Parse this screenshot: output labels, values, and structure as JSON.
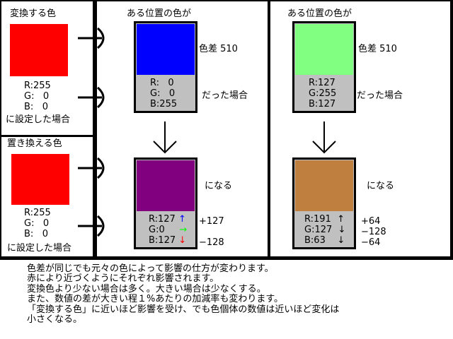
{
  "source": {
    "title": "変換する色",
    "color": "#ff0000",
    "r": "R:255",
    "g": "G:   0",
    "b": "B:   0",
    "caption": "に設定した場合"
  },
  "replace": {
    "title": "置き換える色",
    "color": "#ff0000",
    "r": "R:255",
    "g": "G:   0",
    "b": "B:   0",
    "caption": "に設定した場合"
  },
  "middle": {
    "heading": "ある位置の色が",
    "diff": "色差 510",
    "before_color": "#0000ff",
    "before": {
      "r": "R:   0",
      "g": "G:   0",
      "b": "B:255"
    },
    "was": "だった場合",
    "becomes": "になる",
    "after_color": "#800080",
    "after": {
      "r": "R:127",
      "g": "G:0",
      "b": "B:127",
      "r_arrow": "↑",
      "g_arrow": "→",
      "b_arrow": "↓"
    },
    "deltas": [
      "+127",
      "",
      "−128"
    ]
  },
  "right": {
    "heading": "ある位置の色が",
    "diff": "色差 510",
    "before_color": "#80ff80",
    "before": {
      "r": "R:127",
      "g": "G:255",
      "b": "B:127"
    },
    "was": "だった場合",
    "becomes": "になる",
    "after_color": "#bf7f3f",
    "after": {
      "r": "R:191",
      "g": "G:127",
      "b": "B:63",
      "r_arrow": "↑",
      "g_arrow": "↓",
      "b_arrow": "↓"
    },
    "deltas": [
      "+64",
      "−128",
      "−64"
    ]
  },
  "notes": [
    "色差が同じでも元々の色によって影響の仕方が変わります。",
    "赤により近づくようにそれぞれ影響されます。",
    "変換色より少ない場合は多く。大きい場合は少なくする。",
    "また、数値の差が大きい程１%あたりの加減率も変わります。",
    "「変換する色」に近いほど影響を受け、でも色個体の数値は近いほど変化は",
    "小さくなる。"
  ]
}
